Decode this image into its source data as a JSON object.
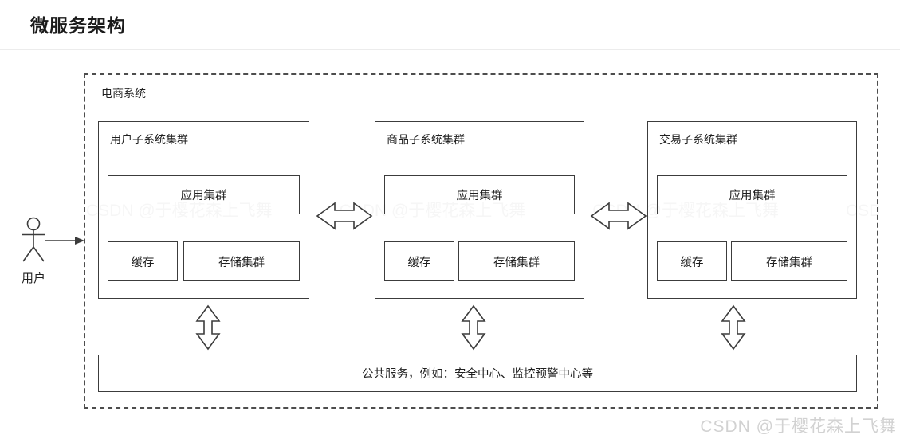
{
  "page": {
    "title": "微服务架构",
    "watermark": "CSDN @于樱花森上飞舞"
  },
  "diagram": {
    "system_label": "电商系统",
    "actor": {
      "label": "用户"
    },
    "subsystems": [
      {
        "title": "用户子系统集群",
        "app_cluster": "应用集群",
        "cache": "缓存",
        "storage_cluster": "存储集群"
      },
      {
        "title": "商品子系统集群",
        "app_cluster": "应用集群",
        "cache": "缓存",
        "storage_cluster": "存储集群"
      },
      {
        "title": "交易子系统集群",
        "app_cluster": "应用集群",
        "cache": "缓存",
        "storage_cluster": "存储集群"
      }
    ],
    "shared_services_label": "公共服务，例如：安全中心、监控预警中心等",
    "icons": {
      "horizontal_link": "double-arrow-horizontal-icon",
      "vertical_link": "double-arrow-vertical-icon",
      "actor": "user-actor-icon"
    },
    "colors": {
      "line": "#3c3c3c",
      "dashed_border": "#4d4d4d",
      "divider": "#ececec",
      "watermark": "#d2d2d2",
      "text": "#1f1f1f"
    }
  }
}
